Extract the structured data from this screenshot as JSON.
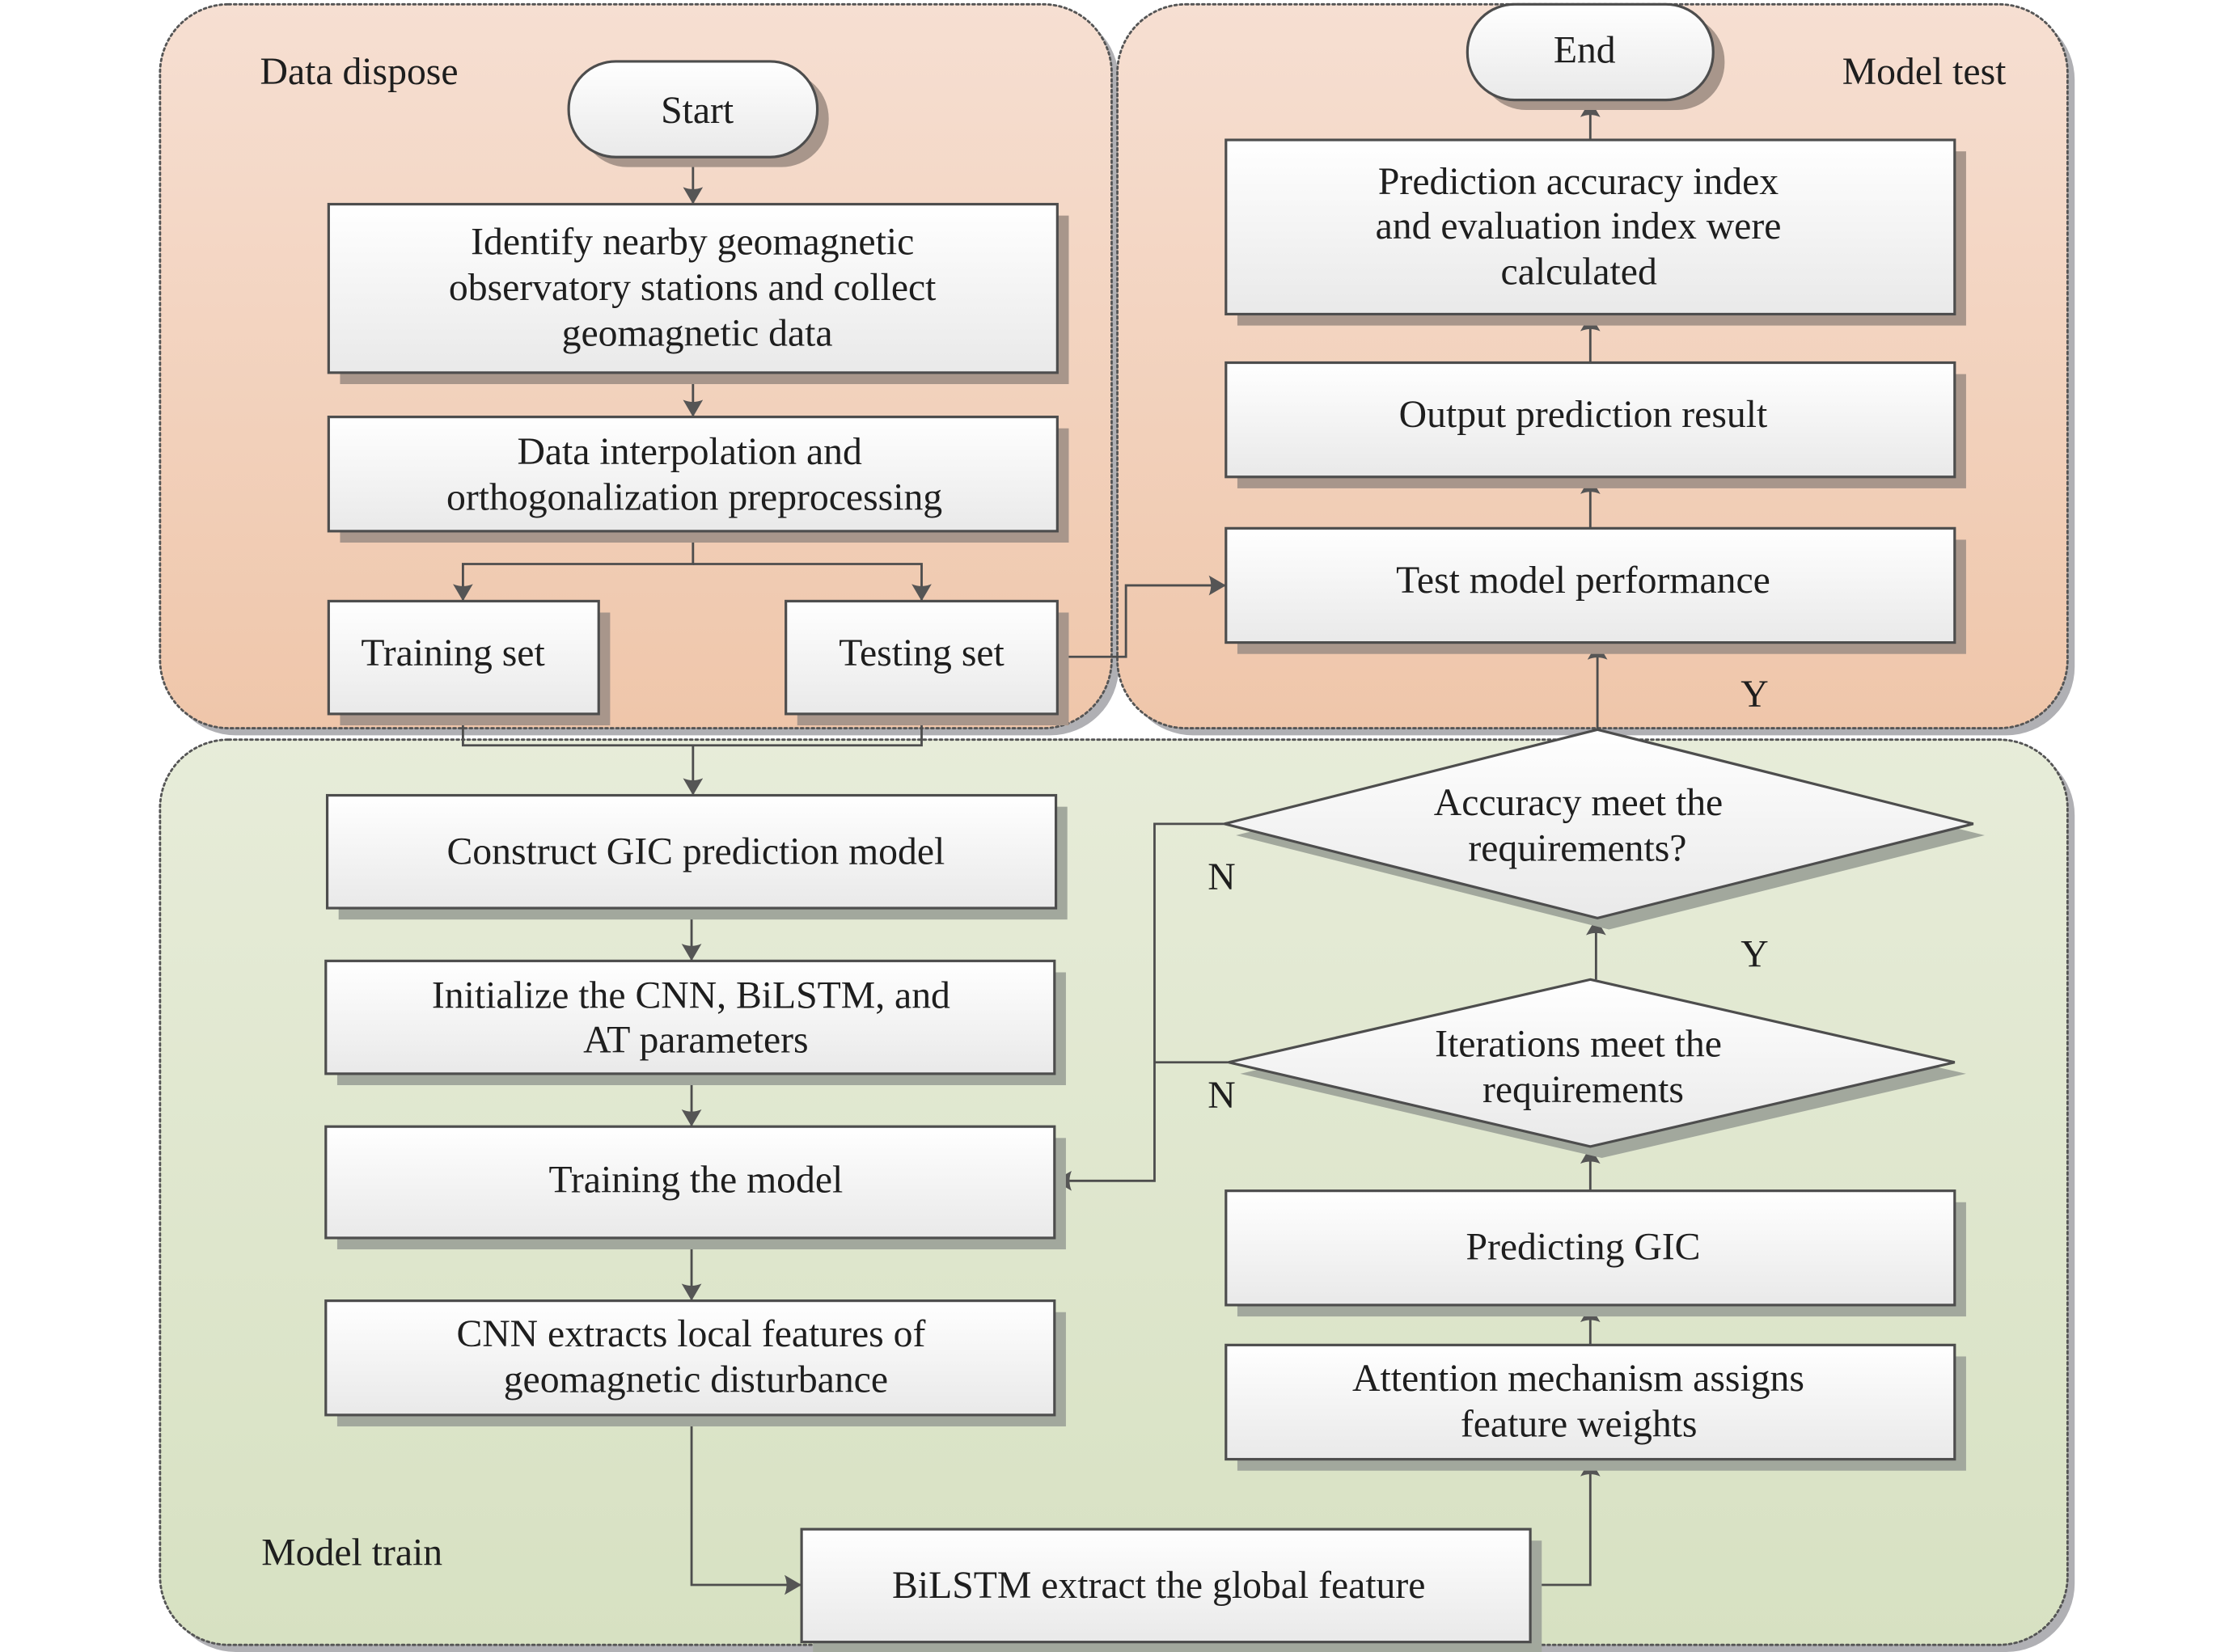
{
  "diagram": {
    "type": "flowchart",
    "panels": {
      "data_dispose": {
        "label": "Data dispose",
        "color_top": "#f6dfd2",
        "color_bottom": "#efc6aa"
      },
      "model_test": {
        "label": "Model test",
        "color_top": "#f6dfd2",
        "color_bottom": "#efc6aa"
      },
      "model_train": {
        "label": "Model train",
        "color_top": "#e7ecd9",
        "color_bottom": "#d7e1c2"
      }
    },
    "nodes": {
      "start": {
        "shape": "terminator",
        "lines": [
          "Start"
        ]
      },
      "identify": {
        "shape": "process",
        "lines": [
          "Identify nearby geomagnetic",
          "observatory stations and collect",
          "geomagnetic data"
        ]
      },
      "preprocess": {
        "shape": "process",
        "lines": [
          "Data interpolation and",
          "orthogonalization preprocessing"
        ]
      },
      "training_set": {
        "shape": "process",
        "lines": [
          "Training set"
        ]
      },
      "testing_set": {
        "shape": "process",
        "lines": [
          "Testing set"
        ]
      },
      "construct": {
        "shape": "process",
        "lines": [
          "Construct GIC prediction model"
        ]
      },
      "initialize": {
        "shape": "process",
        "lines": [
          "Initialize the CNN, BiLSTM, and",
          "AT parameters"
        ]
      },
      "train": {
        "shape": "process",
        "lines": [
          "Training the model"
        ]
      },
      "cnn": {
        "shape": "process",
        "lines": [
          "CNN extracts local features of",
          "geomagnetic disturbance"
        ]
      },
      "bilstm": {
        "shape": "process",
        "lines": [
          "BiLSTM extract the global feature"
        ]
      },
      "attention": {
        "shape": "process",
        "lines": [
          "Attention mechanism assigns",
          "feature weights"
        ]
      },
      "predict": {
        "shape": "process",
        "lines": [
          "Predicting GIC"
        ]
      },
      "iterations": {
        "shape": "decision",
        "lines": [
          "Iterations meet the",
          "requirements"
        ]
      },
      "accuracy": {
        "shape": "decision",
        "lines": [
          "Accuracy meet the",
          "requirements?"
        ]
      },
      "test_perf": {
        "shape": "process",
        "lines": [
          "Test model performance"
        ]
      },
      "output": {
        "shape": "process",
        "lines": [
          "Output prediction result"
        ]
      },
      "indexes": {
        "shape": "process",
        "lines": [
          "Prediction accuracy index",
          "and evaluation index were",
          "calculated"
        ]
      },
      "end": {
        "shape": "terminator",
        "lines": [
          "End"
        ]
      }
    },
    "edge_labels": {
      "yes": "Y",
      "no": "N"
    },
    "edges": [
      {
        "from": "start",
        "to": "identify"
      },
      {
        "from": "identify",
        "to": "preprocess"
      },
      {
        "from": "preprocess",
        "to": "training_set"
      },
      {
        "from": "preprocess",
        "to": "testing_set"
      },
      {
        "from": "training_set",
        "to": "construct"
      },
      {
        "from": "testing_set",
        "to": "construct"
      },
      {
        "from": "testing_set",
        "to": "test_perf"
      },
      {
        "from": "construct",
        "to": "initialize"
      },
      {
        "from": "initialize",
        "to": "train"
      },
      {
        "from": "train",
        "to": "cnn"
      },
      {
        "from": "cnn",
        "to": "bilstm"
      },
      {
        "from": "bilstm",
        "to": "attention"
      },
      {
        "from": "attention",
        "to": "predict"
      },
      {
        "from": "predict",
        "to": "iterations"
      },
      {
        "from": "iterations",
        "to": "accuracy",
        "label": "Y"
      },
      {
        "from": "iterations",
        "to": "train",
        "label": "N"
      },
      {
        "from": "accuracy",
        "to": "test_perf",
        "label": "Y"
      },
      {
        "from": "accuracy",
        "to": "train",
        "label": "N"
      },
      {
        "from": "test_perf",
        "to": "output"
      },
      {
        "from": "output",
        "to": "indexes"
      },
      {
        "from": "indexes",
        "to": "end"
      }
    ],
    "colors": {
      "stroke": "#4d4d4d",
      "box_fill_top": "#ffffff",
      "box_fill_bottom": "#e9e9e9",
      "shadow_on_orange": "#a8968b",
      "shadow_on_green": "#a2a89d",
      "panel_shadow": "#b0b0b4"
    }
  }
}
